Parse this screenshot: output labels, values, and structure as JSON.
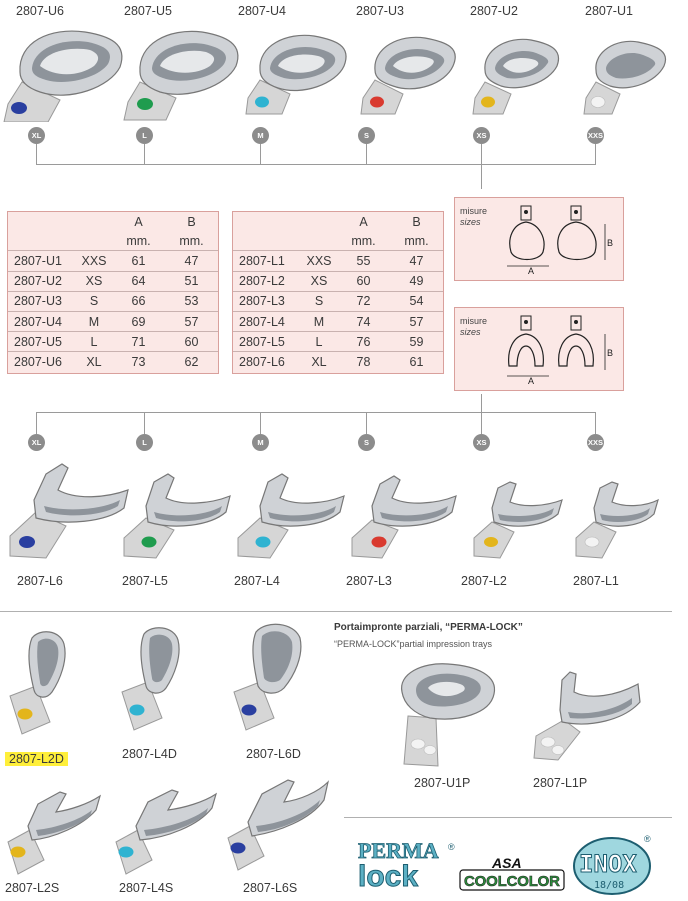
{
  "upper_row": {
    "codes": [
      "2807-U6",
      "2807-U5",
      "2807-U4",
      "2807-U3",
      "2807-U2",
      "2807-U1"
    ],
    "sizes": [
      "XL",
      "L",
      "M",
      "S",
      "XS",
      "XXS"
    ],
    "colors": [
      "#2a3fa0",
      "#1f9c4e",
      "#2fb3d1",
      "#d93a2f",
      "#e3b51c",
      "#f3f3f3"
    ]
  },
  "lower_row": {
    "codes": [
      "2807-L6",
      "2807-L5",
      "2807-L4",
      "2807-L3",
      "2807-L2",
      "2807-L1"
    ],
    "sizes": [
      "XL",
      "L",
      "M",
      "S",
      "XS",
      "XXS"
    ],
    "colors": [
      "#2a3fa0",
      "#1f9c4e",
      "#2fb3d1",
      "#d93a2f",
      "#e3b51c",
      "#f3f3f3"
    ]
  },
  "table_upper": {
    "header_a": "A",
    "header_b": "B",
    "unit_a": "mm.",
    "unit_b": "mm.",
    "rows": [
      {
        "code": "2807-U1",
        "size": "XXS",
        "a": "61",
        "b": "47"
      },
      {
        "code": "2807-U2",
        "size": "XS",
        "a": "64",
        "b": "51"
      },
      {
        "code": "2807-U3",
        "size": "S",
        "a": "66",
        "b": "53"
      },
      {
        "code": "2807-U4",
        "size": "M",
        "a": "69",
        "b": "57"
      },
      {
        "code": "2807-U5",
        "size": "L",
        "a": "71",
        "b": "60"
      },
      {
        "code": "2807-U6",
        "size": "XL",
        "a": "73",
        "b": "62"
      }
    ]
  },
  "table_lower": {
    "header_a": "A",
    "header_b": "B",
    "unit_a": "mm.",
    "unit_b": "mm.",
    "rows": [
      {
        "code": "2807-L1",
        "size": "XXS",
        "a": "55",
        "b": "47"
      },
      {
        "code": "2807-L2",
        "size": "XS",
        "a": "60",
        "b": "49"
      },
      {
        "code": "2807-L3",
        "size": "S",
        "a": "72",
        "b": "54"
      },
      {
        "code": "2807-L4",
        "size": "M",
        "a": "74",
        "b": "57"
      },
      {
        "code": "2807-L5",
        "size": "L",
        "a": "76",
        "b": "59"
      },
      {
        "code": "2807-L6",
        "size": "XL",
        "a": "78",
        "b": "61"
      }
    ]
  },
  "measure_upper": {
    "title": "misure",
    "subtitle": "sizes",
    "label_a": "A",
    "label_b": "B"
  },
  "measure_lower": {
    "title": "misure",
    "subtitle": "sizes",
    "label_a": "A",
    "label_b": "B"
  },
  "partial": {
    "title": "Portaimpronte parziali, “PERMA-LOCK”",
    "subtitle": "“PERMA-LOCK”partial impression trays",
    "codes": [
      "2807-U1P",
      "2807-L1P"
    ]
  },
  "sectional": {
    "top_codes": [
      "2807-L2D",
      "2807-L4D",
      "2807-L6D"
    ],
    "bottom_codes": [
      "2807-L2S",
      "2807-L4S",
      "2807-L6S"
    ],
    "colors": [
      "#e3b51c",
      "#2fb3d1",
      "#2a3fa0"
    ]
  },
  "logos": {
    "perma": "PERMA",
    "lock": "lock",
    "asa": "ASA",
    "coolcolor": "COOLCOLOR",
    "inox": "INOX",
    "inox_sub": "18/08",
    "registered": "®"
  }
}
